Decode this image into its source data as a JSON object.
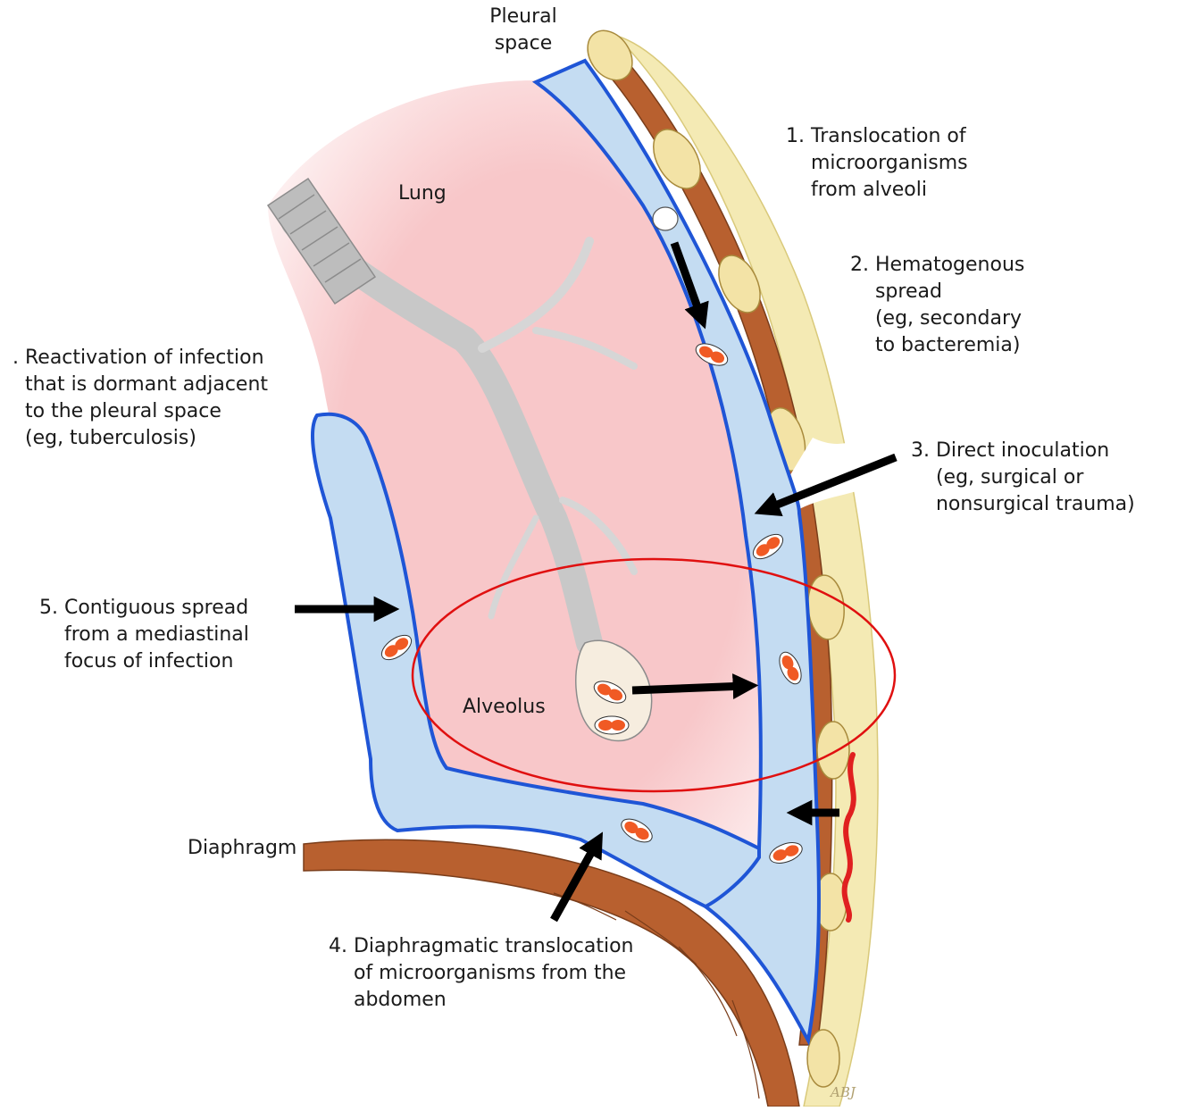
{
  "colors": {
    "lung": "#f8c7c9",
    "pleura_fill": "#c4dcf2",
    "pleura_line": "#1f55d6",
    "muscle": "#b8602f",
    "fat": "#f4eab4",
    "bronchus": "#cfcfcf",
    "organism": "#f05a24",
    "highlight_ellipse": "#e01010",
    "arrow": "#000000"
  },
  "labels": {
    "pleural_space": "Pleural\nspace",
    "lung": "Lung",
    "alveolus": "Alveolus",
    "diaphragm": "Diaphragm",
    "route1": "1. Translocation of\n    microorganisms\n    from alveoli",
    "route2": "2. Hematogenous\n    spread\n    (eg, secondary\n    to bacteremia)",
    "route3": "3. Direct inoculation\n    (eg, surgical or\n    nonsurgical trauma)",
    "route4": "4. Diaphragmatic translocation\n    of microorganisms from the\n    abdomen",
    "route5": "5. Contiguous spread\n    from a mediastinal\n    focus of infection",
    "route6": ". Reactivation of infection\n  that is dormant adjacent\n  to the pleural space\n  (eg, tuberculosis)",
    "signature": "ABJ"
  }
}
